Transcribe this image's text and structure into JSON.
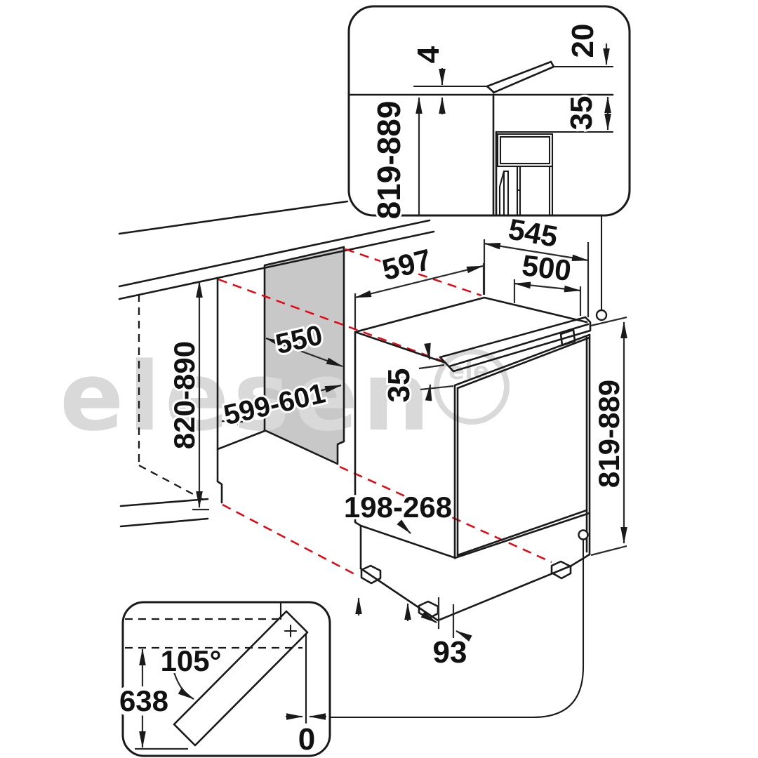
{
  "title": "Built-under refrigerator installation dimensions diagram",
  "colors": {
    "line": "#1a1a1a",
    "projection_red": "#e30613",
    "niche_panel_gray": "#c8c8c8",
    "door_gray": "#e2e2e2",
    "watermark_gray": "#d9d9d9"
  },
  "watermark": {
    "text": "elesen",
    "logo_text": "ele"
  },
  "top_detail": {
    "flap_thickness_mm": "4",
    "flap_tip_clearance_mm": "20",
    "rear_vent_gap_mm": "35",
    "installation_height_mm": "819-889"
  },
  "main_view": {
    "appliance_width_mm": "597",
    "appliance_depth_mm": "545",
    "top_rear_width_mm": "500",
    "top_front_gap_mm": "35",
    "appliance_height_mm": "819-889",
    "niche_width_mm": "599-601",
    "niche_depth_mm": "550",
    "niche_height_mm": "820-890",
    "plinth_recess_mm": "198-268",
    "foot_recess_mm": "93"
  },
  "door_detail": {
    "opening_angle": "105°",
    "door_swing_mm": "638",
    "wall_clearance_mm": "0"
  }
}
